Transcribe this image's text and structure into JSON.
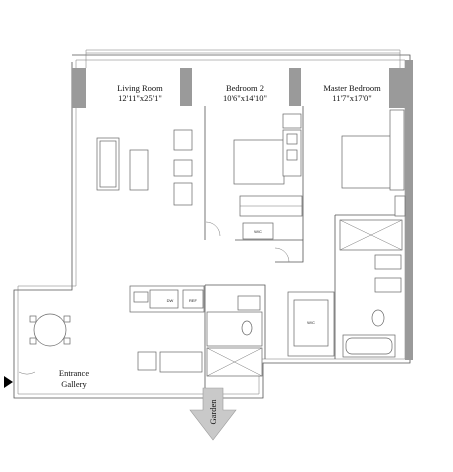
{
  "rooms": {
    "living_room": {
      "name": "Living Room",
      "dims": "12'11\"x25'1\""
    },
    "bedroom_2": {
      "name": "Bedroom 2",
      "dims": "10'6\"x14'10\""
    },
    "master_bedroom": {
      "name": "Master Bedroom",
      "dims": "11'7\"x17'0\""
    },
    "entrance_gallery": {
      "line1": "Entrance",
      "line2": "Gallery"
    }
  },
  "closets": {
    "wic_bedroom": "W/C",
    "wic_master": "W/C"
  },
  "appliances": {
    "dw": "DW",
    "ref": "REF"
  },
  "garden": {
    "label": "Garden"
  },
  "colors": {
    "wall": "#9a9a9a",
    "line": "#555555",
    "arrow": "#c9c9c9"
  }
}
